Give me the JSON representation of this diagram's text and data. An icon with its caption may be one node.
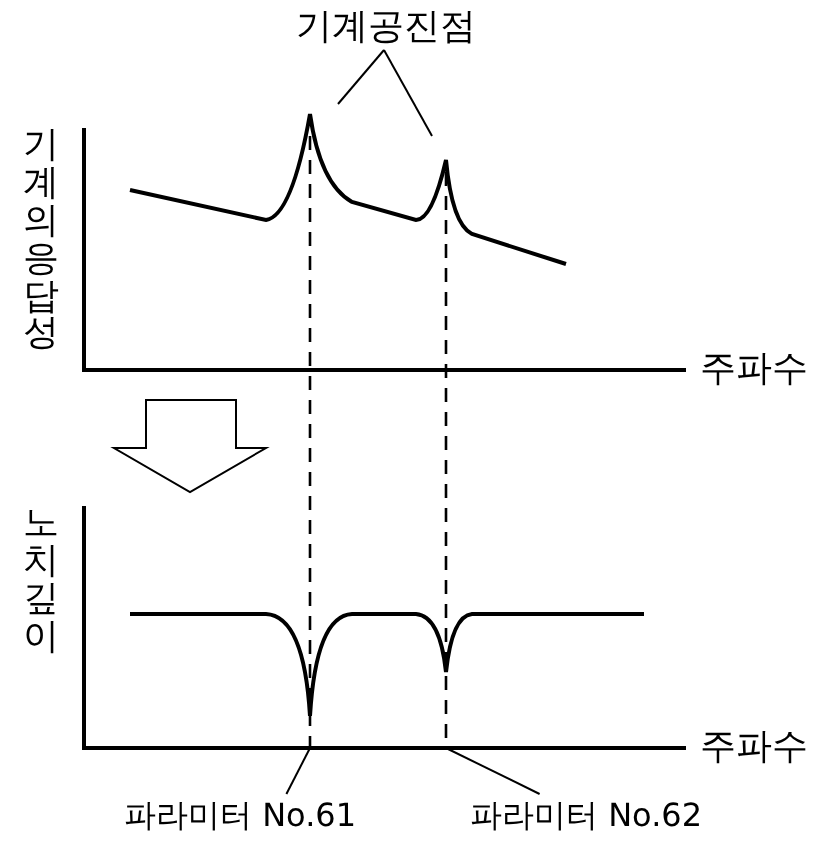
{
  "diagram": {
    "nodes": [
      {
        "text": [
          "기계공진점"
        ]
      },
      {
        "text": [
          "파라미터 No.61"
        ]
      },
      {
        "text": [
          "파라미터 No.62"
        ]
      },
      {
        "text": [],
        "shape": "curve"
      }
    ],
    "edges": [
      {
        "from": 0,
        "to": 3,
        "arrow": "none"
      },
      {
        "from": 0,
        "to": 3,
        "arrow": "none"
      },
      {
        "from": 1,
        "to": null,
        "arrow": "none"
      },
      {
        "from": 2,
        "to": null,
        "arrow": "none"
      }
    ],
    "labels": [
      "기계의 응답성",
      "주파수",
      "노치 깊이",
      "주파수"
    ]
  }
}
